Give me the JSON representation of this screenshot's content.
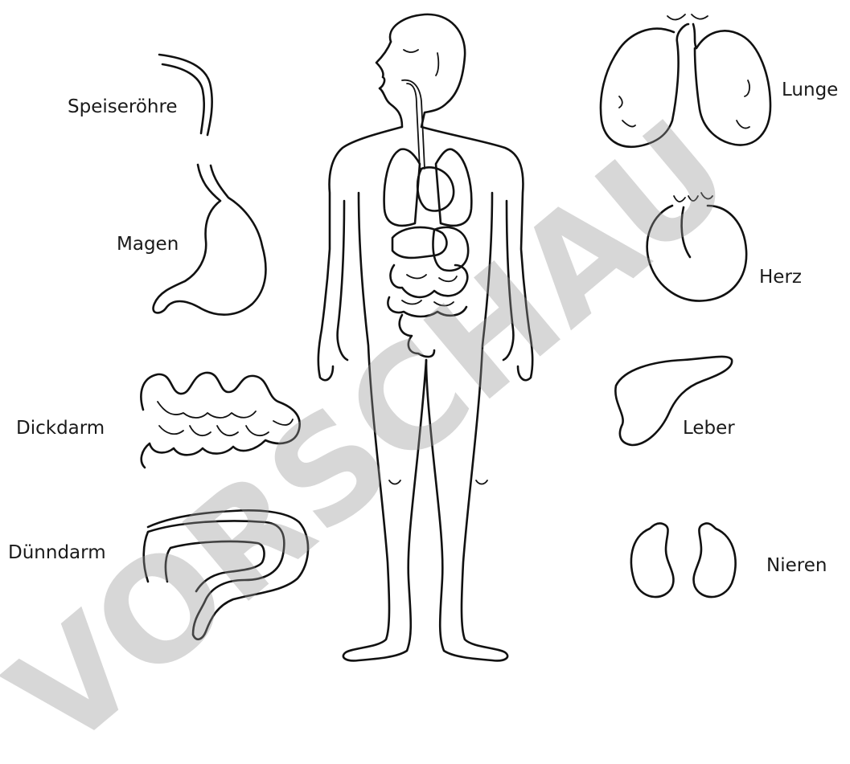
{
  "labels": {
    "speiseroehre": "Speiseröhre",
    "magen": "Magen",
    "dickdarm": "Dickdarm",
    "duenndarm": "Dünndarm",
    "lunge": "Lunge",
    "herz": "Herz",
    "leber": "Leber",
    "nieren": "Nieren"
  },
  "watermark": "VORSCHAU",
  "colors": {
    "ink": "#111111",
    "watermark": "#969696",
    "background": "#ffffff"
  }
}
